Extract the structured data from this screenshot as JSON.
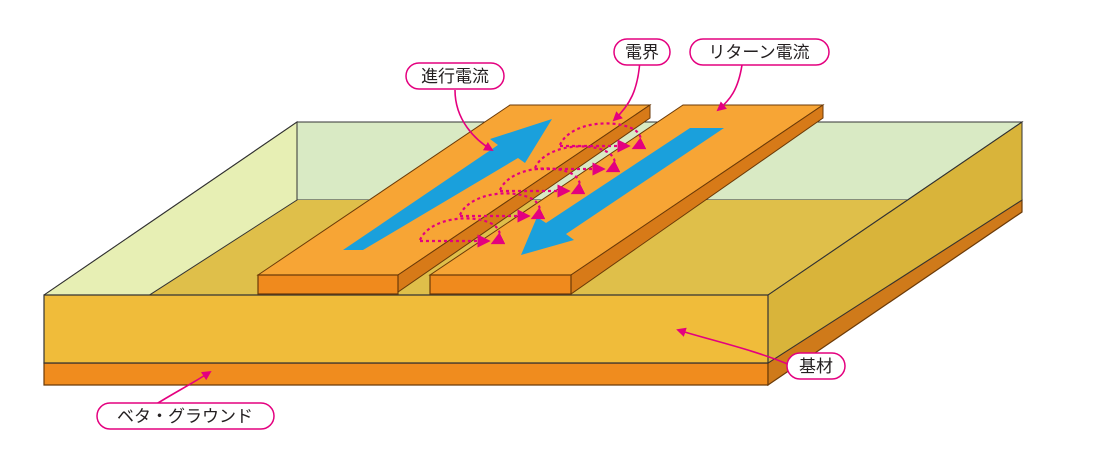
{
  "labels": {
    "forward_current": "進行電流",
    "electric_field": "電界",
    "return_current": "リターン電流",
    "substrate": "基材",
    "ground": "ベタ・グラウンド"
  },
  "colors": {
    "label_pink": "#e4007f",
    "trace_orange": "#f7a535",
    "trace_edge": "#f08a1d",
    "current_blue": "#1aa0dc",
    "substrate_front": "#f0bc3a",
    "ground_copper": "#f08c1e",
    "glass_green": "#dcebc8"
  }
}
